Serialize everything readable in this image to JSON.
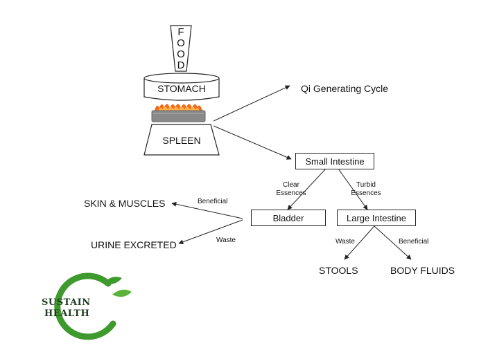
{
  "food": {
    "letters": [
      "F",
      "O",
      "O",
      "D"
    ]
  },
  "organs": {
    "stomach": "STOMACH",
    "spleen": "SPLEEN"
  },
  "qi_cycle": "Qi Generating Cycle",
  "small_intestine": "Small Intestine",
  "bladder": "Bladder",
  "large_intestine": "Large Intestine",
  "clear_essences": [
    "Clear",
    "Essences"
  ],
  "turbid_essences": [
    "Turbid",
    "Essences"
  ],
  "skin_muscles": "SKIN & MUSCLES",
  "urine_excreted": "URINE EXCRETED",
  "stools": "STOOLS",
  "body_fluids": "BODY FLUIDS",
  "edges": {
    "bladder_beneficial": "Beneficial",
    "bladder_waste": "Waste",
    "large_waste": "Waste",
    "large_beneficial": "Beneficial"
  },
  "logo": {
    "line1": "SUSTAIN",
    "line2": "HEALTH"
  },
  "colors": {
    "flame": "#f26a1b",
    "grill": "#8a8a8a",
    "logo_green": "#3f9a2e"
  }
}
